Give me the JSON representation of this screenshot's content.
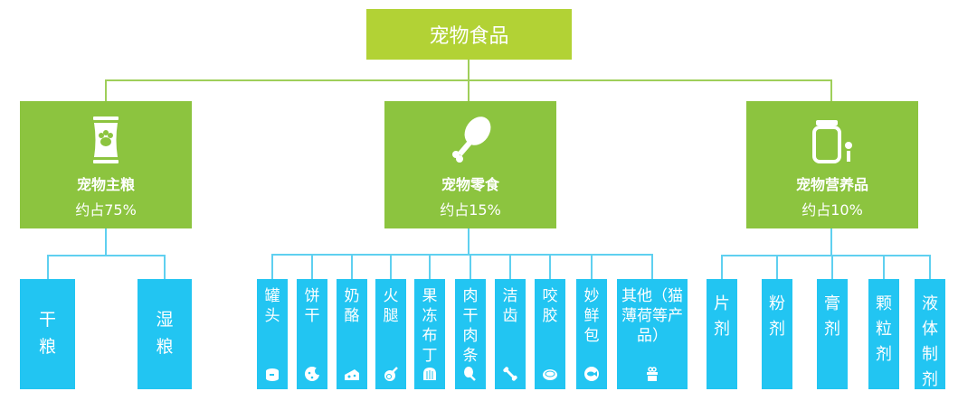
{
  "root": {
    "title": "宠物食品"
  },
  "categories": [
    {
      "name": "宠物主粮",
      "share": "约占75%",
      "icon": "pet-food-bag-icon",
      "items": [
        {
          "label": "干粮"
        },
        {
          "label": "湿粮"
        }
      ]
    },
    {
      "name": "宠物零食",
      "share": "约占15%",
      "icon": "drumstick-icon",
      "items": [
        {
          "label": "罐头",
          "icon": "can-icon"
        },
        {
          "label": "饼干",
          "icon": "cookie-icon"
        },
        {
          "label": "奶酪",
          "icon": "cheese-icon"
        },
        {
          "label": "火腿",
          "icon": "ham-icon"
        },
        {
          "label": "果冻布丁",
          "icon": "jelly-icon"
        },
        {
          "label": "肉干肉条",
          "icon": "drumstick-icon"
        },
        {
          "label": "洁齿",
          "icon": "bone-icon"
        },
        {
          "label": "咬胶",
          "icon": "meat-icon"
        },
        {
          "label": "妙鲜包",
          "icon": "fish-icon"
        },
        {
          "label": "其他（猫薄荷等产品）",
          "icon": "gift-icon"
        }
      ]
    },
    {
      "name": "宠物营养品",
      "share": "约占10%",
      "icon": "supplement-jar-icon",
      "items": [
        {
          "label": "片剂"
        },
        {
          "label": "粉剂"
        },
        {
          "label": "膏剂"
        },
        {
          "label": "颗粒剂"
        },
        {
          "label": "液体制剂"
        }
      ]
    }
  ],
  "colors": {
    "root": "#b2d235",
    "category": "#8cc43f",
    "leaf": "#22c5f2"
  }
}
